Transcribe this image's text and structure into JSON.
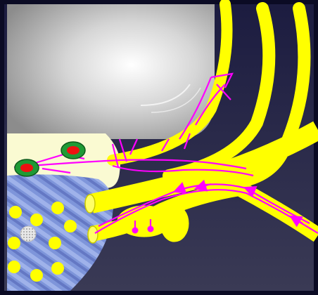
{
  "colors": {
    "frame": "#0b0b24",
    "background_top": "#1c1c40",
    "background_bottom": "#3a3a55",
    "gray_mass": "#b9b9b9",
    "pale_tissue": "#fafad2",
    "blue_tissue": "#7e95da",
    "nerve_yellow": "#ffff00",
    "fiber_magenta": "#ff00ff",
    "cell_green": "#1f9a35",
    "cell_red": "#ee1111"
  },
  "elements": {
    "gray_mass_shape": "rounded-block",
    "pale_tissue_shape": "crescent",
    "blue_tissue_shape": "wavy-textured",
    "yellow_vesicle_count": 9,
    "dotted_vesicle_count": 1,
    "green_red_cell_count": 2,
    "magenta_bulb_count": 2,
    "yellow_nerve_shape": "branching",
    "arrow_direction": "leftward-along-fibers"
  }
}
